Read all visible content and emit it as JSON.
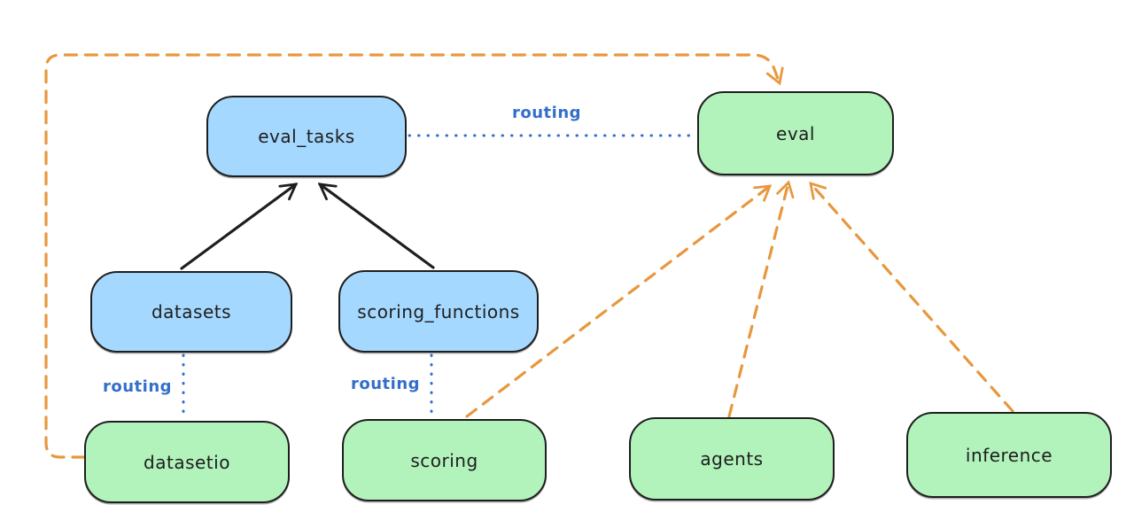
{
  "diagram_title": "",
  "colors": {
    "node_blue_fill": "#a5d8ff",
    "node_green_fill": "#b2f2bb",
    "node_stroke": "#1e1e1e",
    "routing_blue": "#336fc9",
    "provider_orange": "#e8973e",
    "arrow_black": "#1e1e1e",
    "background": "#ffffff"
  },
  "nodes": {
    "eval_tasks": {
      "label": "eval_tasks",
      "fill": "blue"
    },
    "eval": {
      "label": "eval",
      "fill": "green"
    },
    "datasets": {
      "label": "datasets",
      "fill": "blue"
    },
    "scoring_functions": {
      "label": "scoring_functions",
      "fill": "blue"
    },
    "datasetio": {
      "label": "datasetio",
      "fill": "green"
    },
    "scoring": {
      "label": "scoring",
      "fill": "green"
    },
    "agents": {
      "label": "agents",
      "fill": "green"
    },
    "inference": {
      "label": "inference",
      "fill": "green"
    }
  },
  "edge_labels": {
    "eval_tasks_eval": "routing",
    "datasets_datasetio": "routing",
    "scoring_functions_scoring": "routing"
  },
  "edges": [
    {
      "from": "datasets",
      "to": "eval_tasks",
      "style": "solid-black-arrow"
    },
    {
      "from": "scoring_functions",
      "to": "eval_tasks",
      "style": "solid-black-arrow"
    },
    {
      "from": "eval_tasks",
      "to": "eval",
      "style": "dotted-blue",
      "label": "routing"
    },
    {
      "from": "datasets",
      "to": "datasetio",
      "style": "dotted-blue",
      "label": "routing"
    },
    {
      "from": "scoring_functions",
      "to": "scoring",
      "style": "dotted-blue",
      "label": "routing"
    },
    {
      "from": "datasetio",
      "to": "eval",
      "style": "dashed-orange-arrow"
    },
    {
      "from": "scoring",
      "to": "eval",
      "style": "dashed-orange-arrow"
    },
    {
      "from": "agents",
      "to": "eval",
      "style": "dashed-orange-arrow"
    },
    {
      "from": "inference",
      "to": "eval",
      "style": "dashed-orange-arrow"
    }
  ]
}
